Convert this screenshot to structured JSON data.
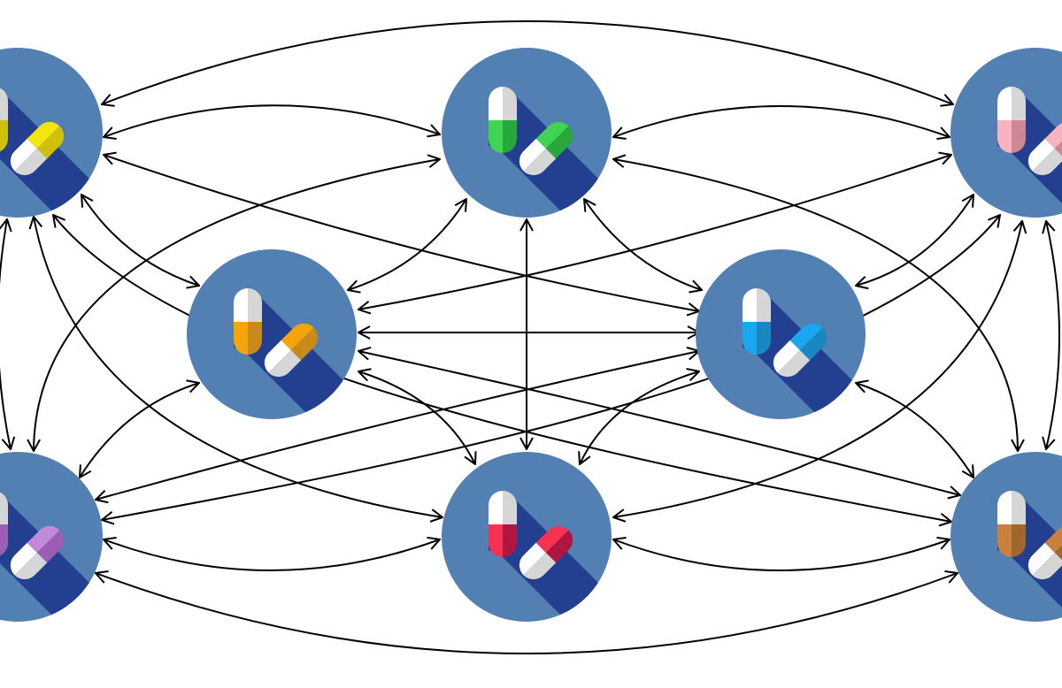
{
  "diagram": {
    "type": "fully-connected-network",
    "node_icon": "pill-capsules-icon",
    "colors": {
      "circle": "#5280b3",
      "shadow": "#233f8f",
      "pill_white": "#ffffff",
      "pill_grey": "#d6d6d6",
      "edge": "#000000"
    },
    "nodes": [
      {
        "id": "top-left",
        "pill_color": "#f5e50f",
        "pill_dark": "#cfc00c"
      },
      {
        "id": "top-center",
        "pill_color": "#3fd452",
        "pill_dark": "#26a83a"
      },
      {
        "id": "top-right",
        "pill_color": "#f7b3c0",
        "pill_dark": "#cf8796"
      },
      {
        "id": "middle-left",
        "pill_color": "#f5a50a",
        "pill_dark": "#c98a1c"
      },
      {
        "id": "middle-right",
        "pill_color": "#1aa7f0",
        "pill_dark": "#1a87c0"
      },
      {
        "id": "bottom-left",
        "pill_color": "#c08ad8",
        "pill_dark": "#9a5fb5"
      },
      {
        "id": "bottom-center",
        "pill_color": "#f5324f",
        "pill_dark": "#b01642"
      },
      {
        "id": "bottom-right",
        "pill_color": "#c8803a",
        "pill_dark": "#a0662a"
      }
    ],
    "edges": [
      [
        "top-left",
        "top-right"
      ],
      [
        "top-left",
        "top-center"
      ],
      [
        "top-center",
        "top-right"
      ],
      [
        "bottom-left",
        "bottom-right"
      ],
      [
        "bottom-left",
        "bottom-center"
      ],
      [
        "bottom-center",
        "bottom-right"
      ],
      [
        "top-left",
        "middle-left"
      ],
      [
        "top-center",
        "middle-left"
      ],
      [
        "top-center",
        "middle-right"
      ],
      [
        "top-right",
        "middle-right"
      ],
      [
        "middle-left",
        "bottom-left"
      ],
      [
        "middle-left",
        "bottom-center"
      ],
      [
        "middle-right",
        "bottom-center"
      ],
      [
        "middle-right",
        "bottom-right"
      ],
      [
        "top-center",
        "bottom-center"
      ],
      [
        "middle-left",
        "middle-right"
      ],
      [
        "top-left",
        "middle-right"
      ],
      [
        "top-right",
        "middle-left"
      ],
      [
        "bottom-left",
        "middle-right"
      ],
      [
        "bottom-right",
        "middle-left"
      ],
      [
        "top-left",
        "bottom-left"
      ],
      [
        "top-right",
        "bottom-right"
      ],
      [
        "top-left",
        "bottom-center"
      ],
      [
        "top-right",
        "bottom-center"
      ],
      [
        "bottom-left",
        "top-center"
      ],
      [
        "bottom-right",
        "top-center"
      ],
      [
        "top-left",
        "bottom-right"
      ],
      [
        "top-right",
        "bottom-left"
      ]
    ]
  }
}
